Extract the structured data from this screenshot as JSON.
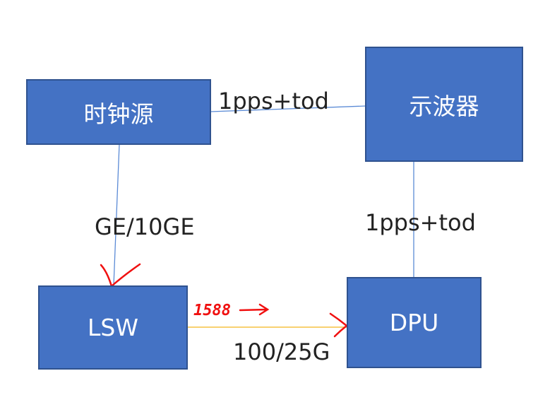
{
  "nodes": {
    "clock_source": "时钟源",
    "oscilloscope": "示波器",
    "lsw": "LSW",
    "dpu": "DPU"
  },
  "links": {
    "clock_to_scope": "1pps+tod",
    "clock_to_lsw": "GE/10GE",
    "scope_to_dpu": "1pps+tod",
    "lsw_to_dpu": "100/25G"
  },
  "annotations": {
    "handwritten_protocol": "1588"
  },
  "colors": {
    "box_fill": "#4472C4",
    "box_border": "#2F528F",
    "line": "#5B8BD6",
    "lsw_dpu_line": "#F5C242",
    "annotation": "#F01010"
  }
}
